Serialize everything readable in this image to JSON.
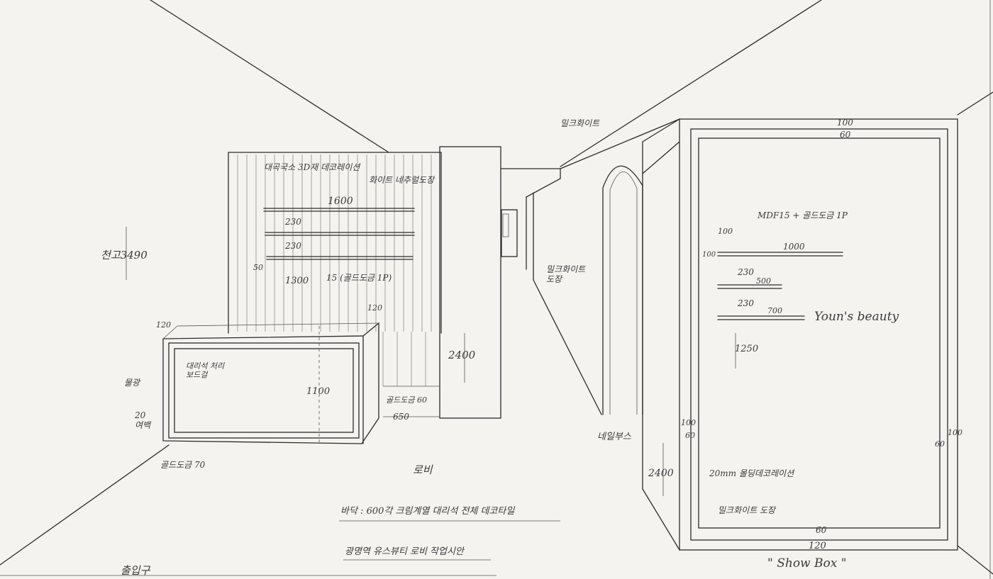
{
  "labels": {
    "ceiling_height": "천고3490",
    "wall_finish": "대곡국소 3D재 데코레이션",
    "wall_finish2": "화이트 네추럴도장",
    "shelf_width": "1600",
    "shelf_gap1": "230",
    "shelf_gap2": "230",
    "shelf_edge": "50",
    "shelf_height": "1300",
    "shelf_spec": "15 (골드도금 1P)",
    "counter_top": "120",
    "counter_marble": "대리석 처리\n보드걸",
    "counter_glass": "물광",
    "counter_side": "20\n여백",
    "counter_height": "1100",
    "counter_base": "골드도금 70",
    "kick_gold": "골드도금 60",
    "kick_depth": "650",
    "wall_end_height": "2400",
    "right_wall_top": "밀크화이트",
    "corridor_wall": "밀크화이트\n도장",
    "nail_booth": "네일부스",
    "lobby": "로비",
    "floor_spec": "바닥 : 600각 크림계열 대리석 전체 데코타일",
    "entrance": "출입구",
    "drawing_title": "광명역 유스뷰티 로비 작업시안",
    "box_top_outer": "100",
    "box_top_inner": "60",
    "mdf_spec": "MDF15 + 골드도금 1P",
    "box_shelf_edge": "100",
    "box_shelf_left": "100",
    "box_shelf1": "1000",
    "box_gap1": "230",
    "box_shelf2": "500",
    "box_gap2": "230",
    "box_shelf3": "700",
    "brand": "Youn's beauty",
    "box_height_mark": "1250",
    "box_side_outer": "100",
    "box_side_inner": "60",
    "box_right_outer": "100",
    "box_right_inner": "60",
    "box_depth": "2400",
    "tile_note": "20mm 몰딩데코레이션",
    "box_finish": "밀크화이트 도장",
    "box_bottom_inner": "60",
    "box_bottom_outer": "120",
    "show_box": "\" Show Box \""
  }
}
